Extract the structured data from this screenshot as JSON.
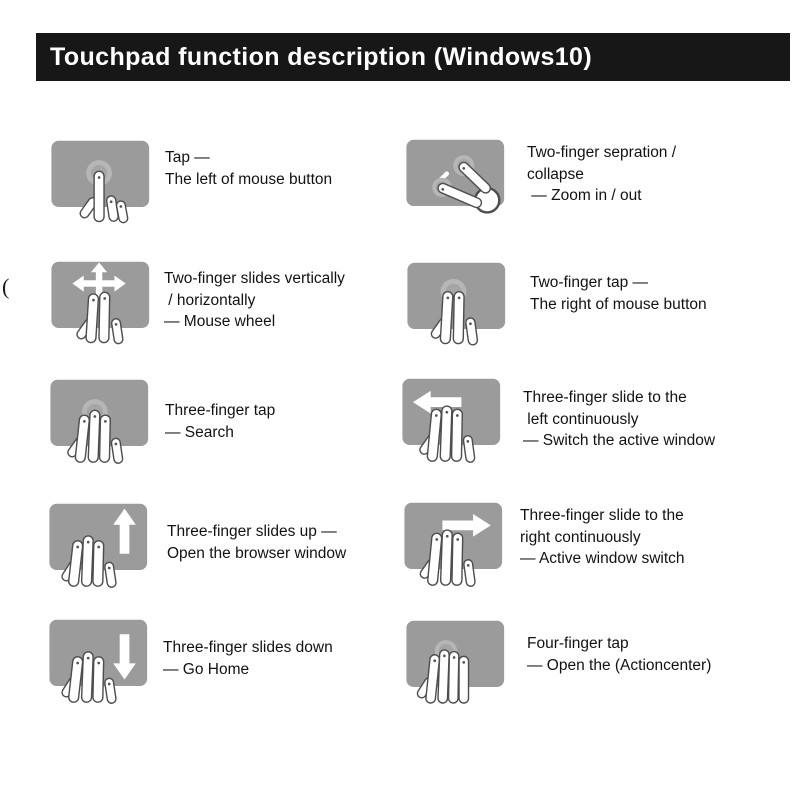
{
  "page": {
    "title": "Touchpad function description (Windows10)"
  },
  "artifact_glyph": "(",
  "colors": {
    "header_bg": "#171717",
    "header_text": "#ffffff",
    "touchpad_gray": "#9b9b9b",
    "ripple_gray": "#b6b6b6",
    "text": "#121212",
    "arrow_white": "#ffffff"
  },
  "gestures": [
    {
      "icon": "one-finger-tap-icon",
      "lines": [
        "Tap —",
        "The left of mouse button"
      ]
    },
    {
      "icon": "two-finger-pinch-icon",
      "lines": [
        "Two-finger sepration /",
        "collapse",
        " — Zoom in / out"
      ]
    },
    {
      "icon": "two-finger-slide-cross-icon",
      "lines": [
        "Two-finger slides vertically",
        " / horizontally",
        "— Mouse wheel"
      ]
    },
    {
      "icon": "two-finger-tap-icon",
      "lines": [
        "Two-finger tap —",
        "The right of mouse button"
      ]
    },
    {
      "icon": "three-finger-tap-icon",
      "lines": [
        "Three-finger tap",
        "— Search"
      ]
    },
    {
      "icon": "three-finger-slide-left-icon",
      "lines": [
        "Three-finger slide to the",
        " left continuously",
        "— Switch the active window"
      ]
    },
    {
      "icon": "three-finger-slide-up-icon",
      "lines": [
        "Three-finger slides up —",
        "Open the browser window"
      ]
    },
    {
      "icon": "three-finger-slide-right-icon",
      "lines": [
        "Three-finger slide to the",
        "right continuously",
        "— Active window switch"
      ]
    },
    {
      "icon": "three-finger-slide-down-icon",
      "lines": [
        "Three-finger slides down",
        "— Go Home"
      ]
    },
    {
      "icon": "four-finger-tap-icon",
      "lines": [
        "Four-finger tap",
        "— Open the (Actioncenter)"
      ]
    }
  ]
}
